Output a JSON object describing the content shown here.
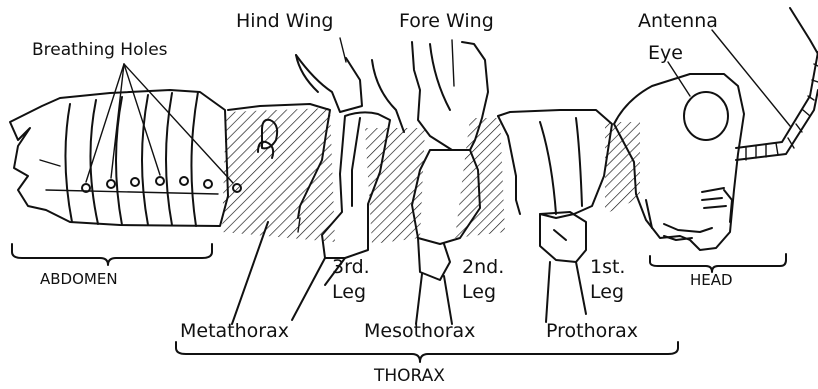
{
  "title": "",
  "labels": {
    "breathing_holes": "Breathing Holes",
    "hind_wing": "Hind Wing",
    "fore_wing": "Fore Wing",
    "antenna": "Antenna",
    "eye": "Eye",
    "abdomen": "ABDOMEN",
    "head": "HEAD",
    "leg3_line1": "3rd.",
    "leg3_line2": "Leg",
    "leg2_line1": "2nd.",
    "leg2_line2": "Leg",
    "leg1_line1": "1st.",
    "leg1_line2": "Leg",
    "metathorax": "Metathorax",
    "mesothorax": "Mesothorax",
    "prothorax": "Prothorax",
    "thorax": "THORAX"
  },
  "colors": {
    "ink": "#111111",
    "paper": "#ffffff"
  }
}
